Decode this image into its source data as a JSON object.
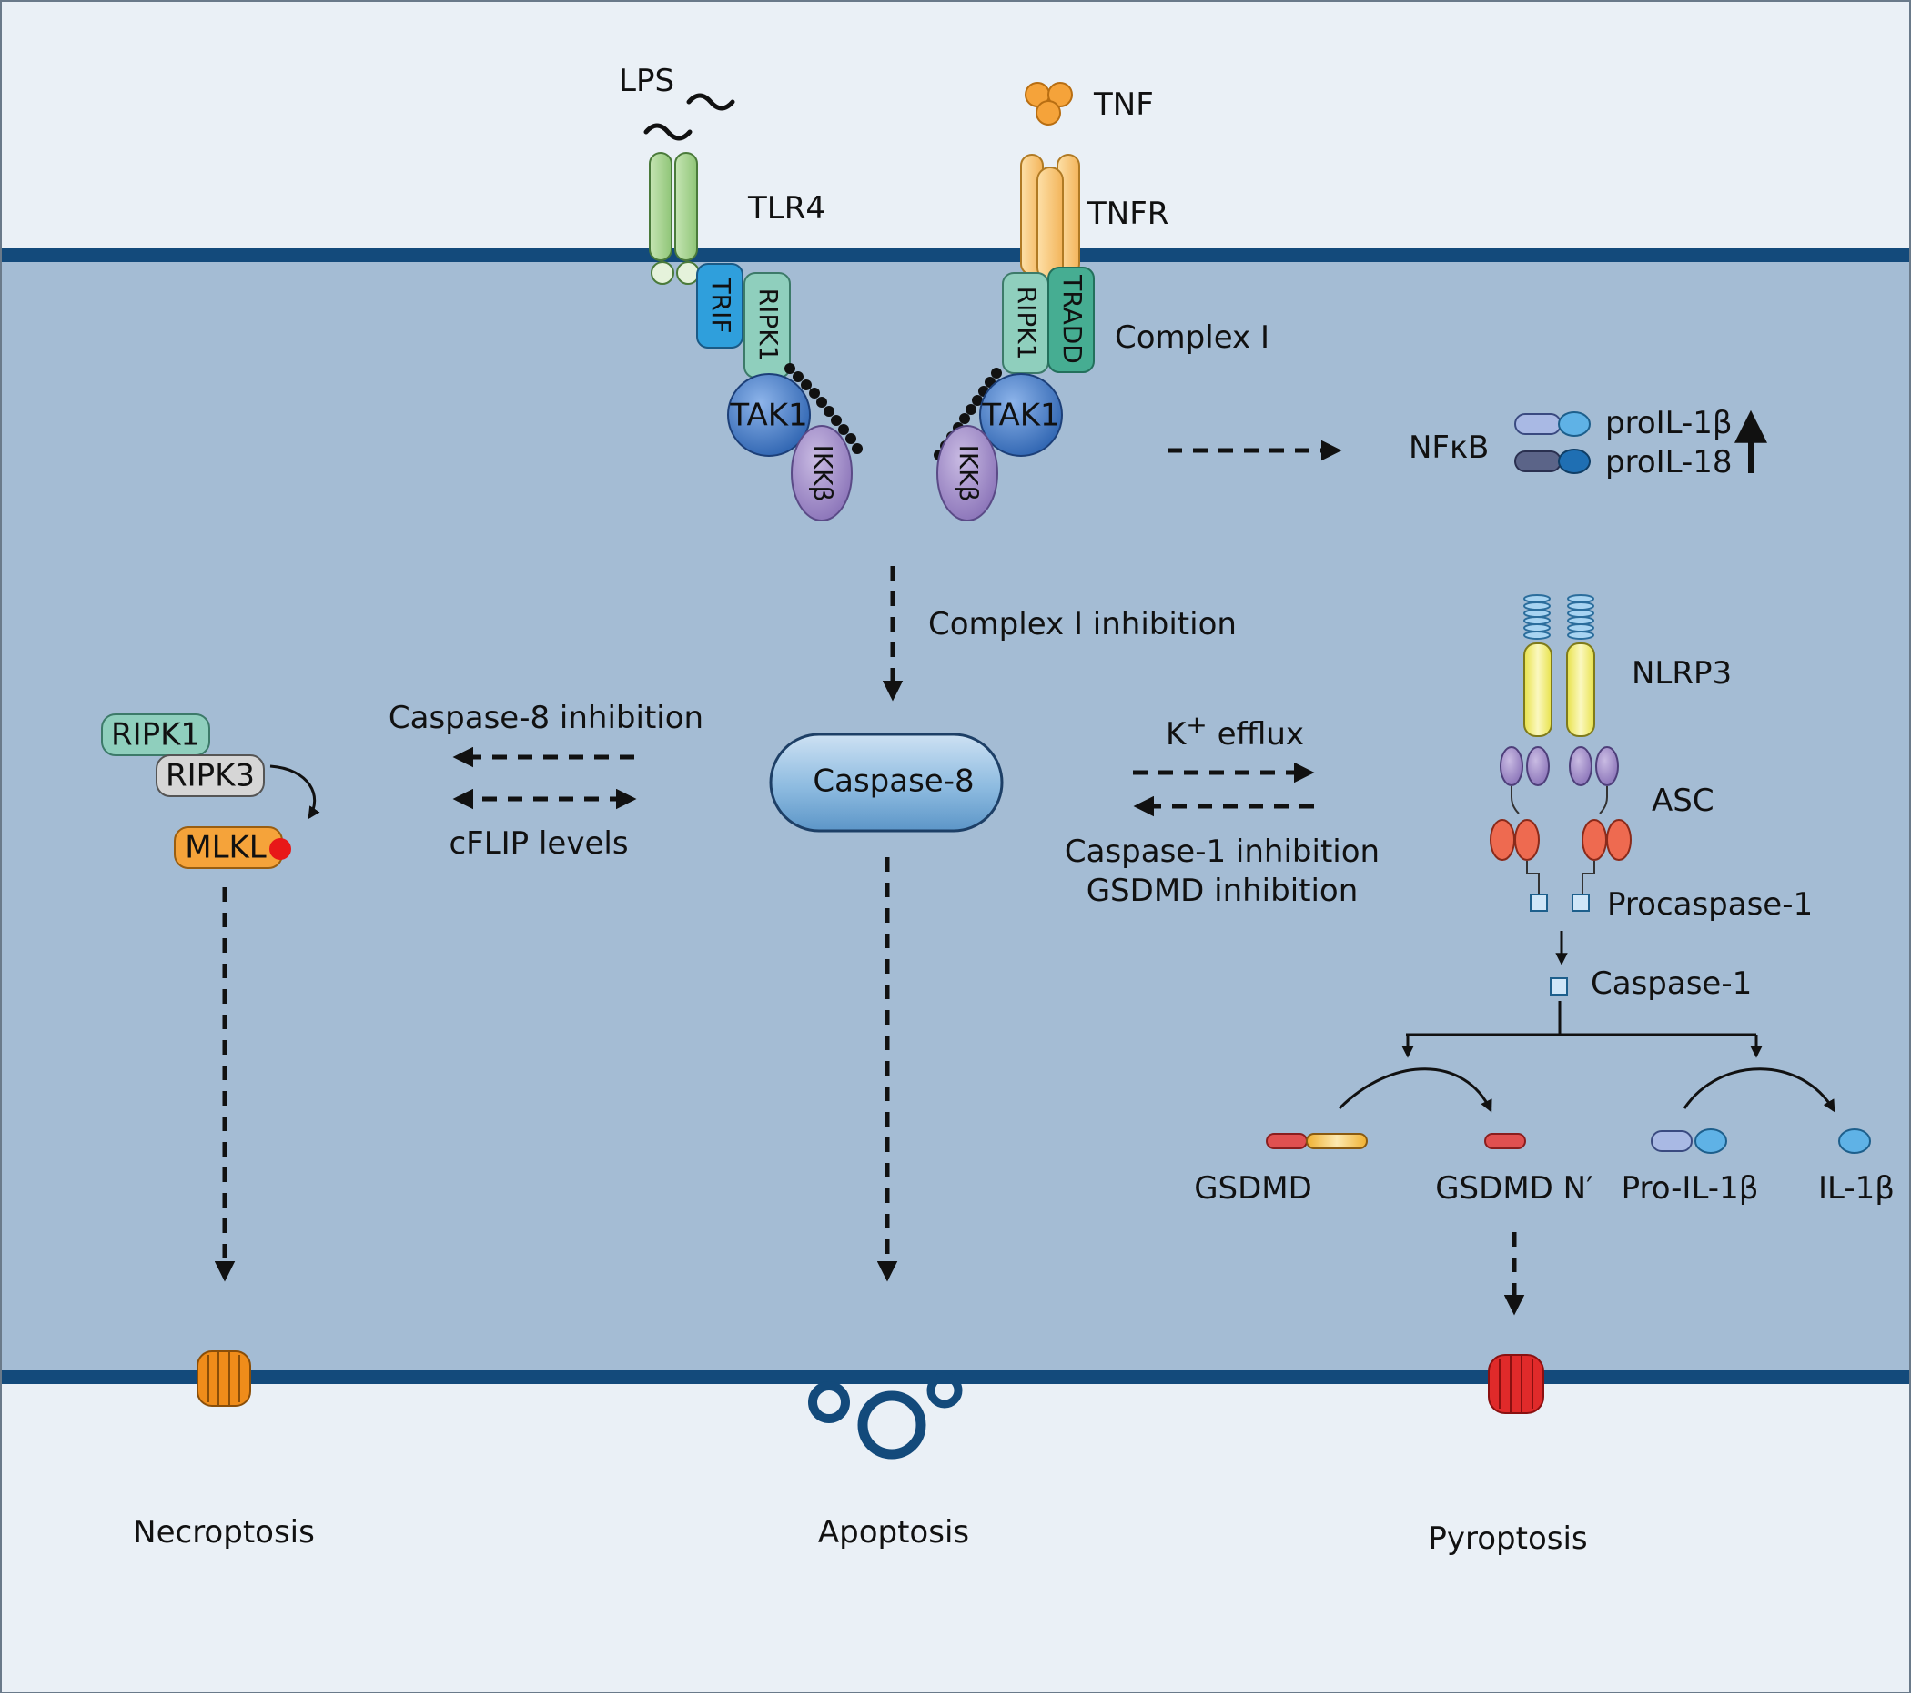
{
  "colors": {
    "outside": "#eaf0f6",
    "cytoplasm": "#a4bcd4",
    "membrane": "#134a7b",
    "tlr4": "#a5d08e",
    "tnfr": "#f9cc7e",
    "trif": "#2f9fdc",
    "ripk1": "#8fcfbd",
    "tradd": "#46ad92",
    "tak1": "#3a75c4",
    "ikkb": "#9b86c3",
    "caspase8": "#8dbbe0",
    "mlkl": "#f5a33a",
    "nlrp3": "#f4ee6a",
    "asc_pyd": "#b7a8d6",
    "asc_card": "#ee6a50",
    "gsdmd_n": "#e05050",
    "il1b": "#5fb2e6",
    "pore_orange": "#ef8c1a",
    "pore_red": "#e02a2a",
    "arrow": "#111111"
  },
  "labels": {
    "lps": "LPS",
    "tnf": "TNF",
    "tlr4": "TLR4",
    "tnfr": "TNFR",
    "trif": "TRIF",
    "ripk1": "RIPK1",
    "tradd": "TRADD",
    "tak1": "TAK1",
    "ikkb": "IKKβ",
    "complex_i": "Complex I",
    "nfkb": "NFκB",
    "proil1b": "proIL-1β",
    "proil18": "proIL-18",
    "complex_i_inhibition": "Complex I inhibition",
    "caspase8_inhibition": "Caspase-8 inhibition",
    "cflip_levels": "cFLIP levels",
    "caspase8": "Caspase-8",
    "k_efflux_k": "K",
    "k_efflux_sup": "+",
    "k_efflux_rest": " efflux",
    "caspase1_inhibition": "Caspase-1 inhibition",
    "gsdmd_inhibition": "GSDMD inhibition",
    "nlrp3": "NLRP3",
    "asc": "ASC",
    "procaspase1": "Procaspase-1",
    "caspase1": "Caspase-1",
    "ripk3": "RIPK3",
    "mlkl": "MLKL",
    "gsdmd": "GSDMD",
    "gsdmd_n": "GSDMD N′",
    "pro_il1b": "Pro-IL-1β",
    "il1b": "IL-1β",
    "necroptosis": "Necroptosis",
    "apoptosis": "Apoptosis",
    "pyroptosis": "Pyroptosis"
  }
}
